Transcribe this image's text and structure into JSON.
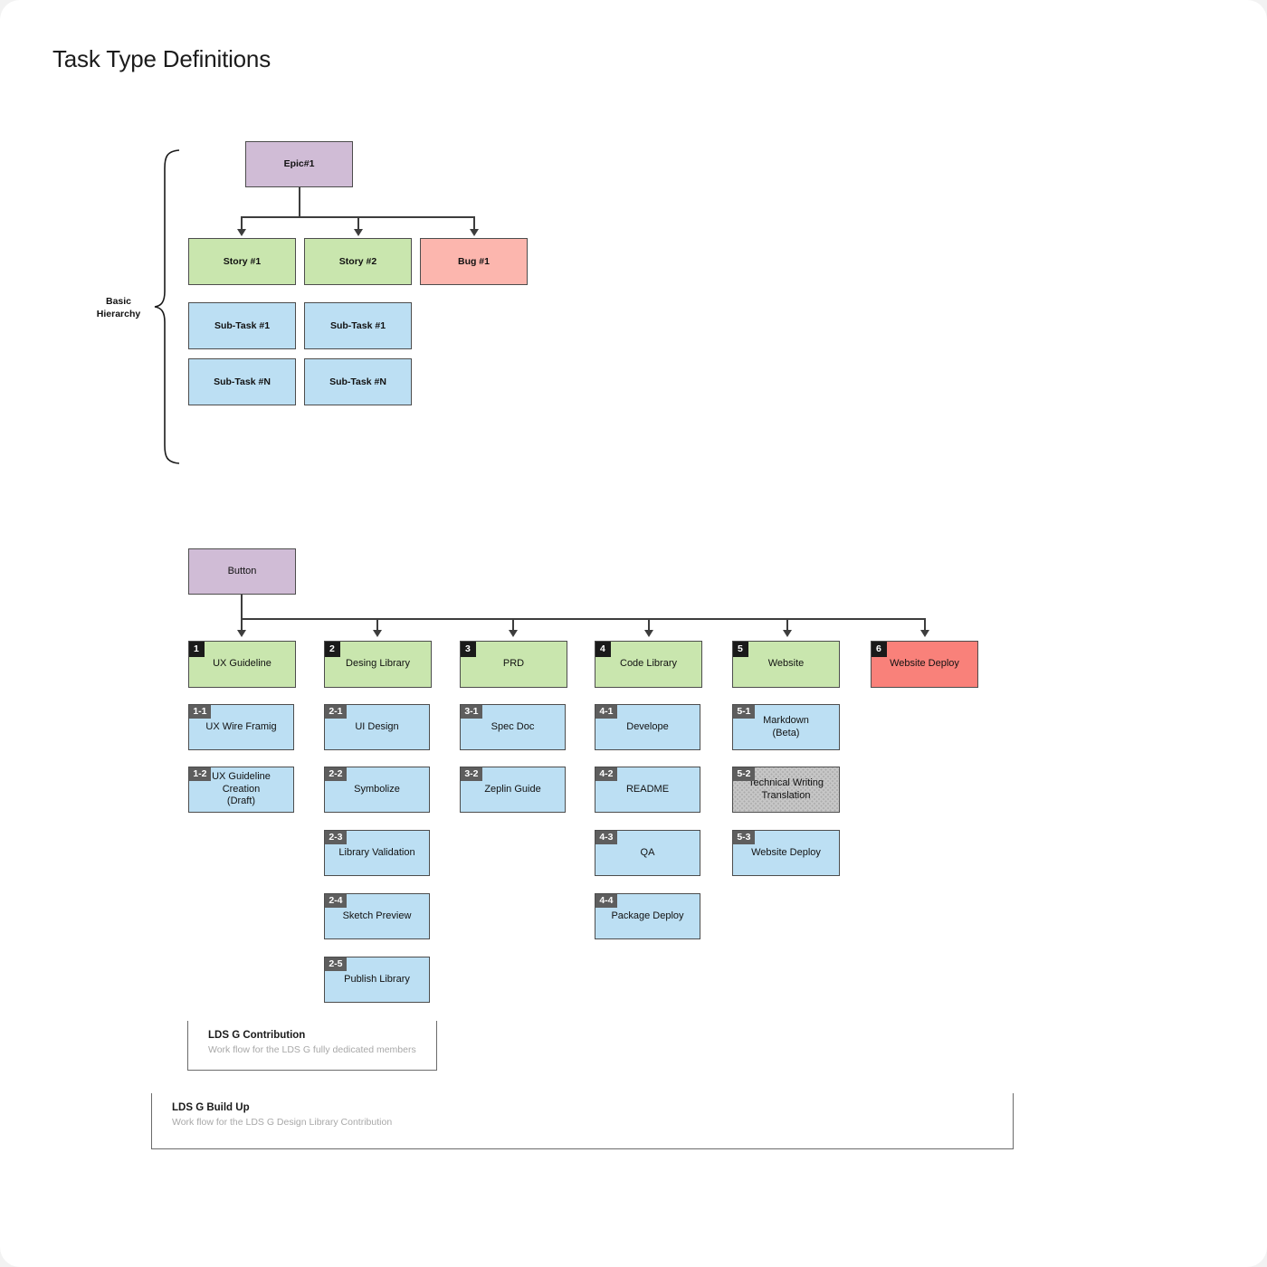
{
  "page": {
    "title": "Task Type Definitions",
    "background_color": "#ffffff",
    "outer_color": "#f2f2f2"
  },
  "palette": {
    "purple": "#d0bcd6",
    "green": "#c9e6ae",
    "red_light": "#fcb6ae",
    "red_strong": "#f9817a",
    "blue": "#bcdff3",
    "gray_hatched": "#c6c6c6",
    "stroke": "#4d4d4d",
    "badge_level1": "#1a1a1a",
    "badge_level2": "#5e5e5e"
  },
  "basic_hierarchy": {
    "bracket_label": "Basic\nHierarchy",
    "root": {
      "label": "Epic#1",
      "color": "purple"
    },
    "children": [
      {
        "label": "Story #1",
        "color": "green"
      },
      {
        "label": "Story #2",
        "color": "green"
      },
      {
        "label": "Bug #1",
        "color": "red_light"
      }
    ],
    "subtasks": [
      [
        {
          "label": "Sub-Task #1",
          "color": "blue"
        },
        {
          "label": "Sub-Task #N",
          "color": "blue"
        }
      ],
      [
        {
          "label": "Sub-Task #1",
          "color": "blue"
        },
        {
          "label": "Sub-Task #N",
          "color": "blue"
        }
      ]
    ]
  },
  "workflow": {
    "root": {
      "label": "Button",
      "color": "purple"
    },
    "columns": [
      {
        "index": "1",
        "label": "UX Guideline",
        "color": "green",
        "children": [
          {
            "index": "1-1",
            "label": "UX Wire Framig",
            "color": "blue"
          },
          {
            "index": "1-2",
            "label": "UX Guideline Creation\n(Draft)",
            "color": "blue"
          }
        ]
      },
      {
        "index": "2",
        "label": "Desing Library",
        "color": "green",
        "children": [
          {
            "index": "2-1",
            "label": "UI Design",
            "color": "blue"
          },
          {
            "index": "2-2",
            "label": "Symbolize",
            "color": "blue"
          },
          {
            "index": "2-3",
            "label": "Library Validation",
            "color": "blue"
          },
          {
            "index": "2-4",
            "label": "Sketch Preview",
            "color": "blue"
          },
          {
            "index": "2-5",
            "label": "Publish Library",
            "color": "blue"
          }
        ]
      },
      {
        "index": "3",
        "label": "PRD",
        "color": "green",
        "children": [
          {
            "index": "3-1",
            "label": "Spec Doc",
            "color": "blue"
          },
          {
            "index": "3-2",
            "label": "Zeplin Guide",
            "color": "blue"
          }
        ]
      },
      {
        "index": "4",
        "label": "Code Library",
        "color": "green",
        "children": [
          {
            "index": "4-1",
            "label": "Develope",
            "color": "blue"
          },
          {
            "index": "4-2",
            "label": "README",
            "color": "blue"
          },
          {
            "index": "4-3",
            "label": "QA",
            "color": "blue"
          },
          {
            "index": "4-4",
            "label": "Package Deploy",
            "color": "blue"
          }
        ]
      },
      {
        "index": "5",
        "label": "Website",
        "color": "green",
        "children": [
          {
            "index": "5-1",
            "label": "Markdown\n(Beta)",
            "color": "blue"
          },
          {
            "index": "5-2",
            "label": "Technical Writing\nTranslation",
            "color": "gray_hatched"
          },
          {
            "index": "5-3",
            "label": "Website Deploy",
            "color": "blue"
          }
        ]
      },
      {
        "index": "6",
        "label": "Website Deploy",
        "color": "red_strong",
        "children": []
      }
    ]
  },
  "legends": [
    {
      "title": "LDS G Contribution",
      "subtitle": "Work flow for the LDS G fully dedicated members"
    },
    {
      "title": "LDS G Build Up",
      "subtitle": "Work flow for the LDS G Design Library Contribution"
    }
  ]
}
